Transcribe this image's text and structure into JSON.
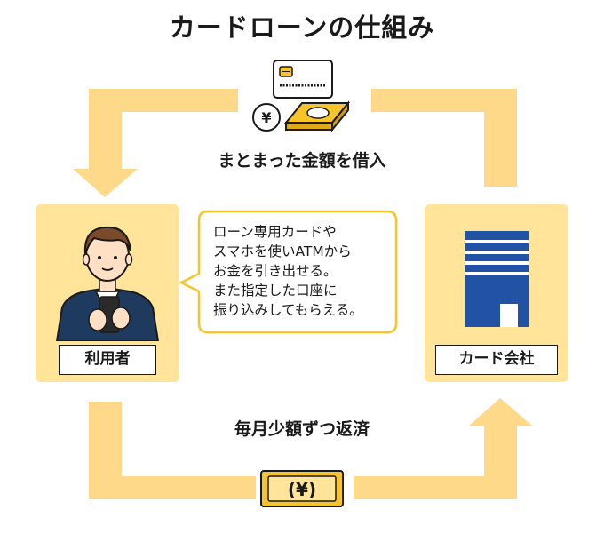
{
  "title": "カードローンの仕組み",
  "top_flow_label": "まとまった金額を借入",
  "bottom_flow_label": "毎月少額ずつ返済",
  "user_panel": {
    "label": "利用者"
  },
  "company_panel": {
    "label": "カード会社"
  },
  "speech_bubble": {
    "lines": [
      "ローン専用カードや",
      "スマホを使いATMから",
      "お金を引き出せる。",
      "また指定した口座に",
      "振り込みしてもらえる。"
    ]
  },
  "icons": {
    "yen_coin_symbol": "¥",
    "yen_bill_symbol": "(¥)"
  },
  "colors": {
    "arrow": "#ffd98a",
    "panel": "#ffe49a",
    "accent_yellow": "#f7c52b",
    "building_blue": "#2152a3",
    "suit_navy": "#1e3a5f",
    "outline": "#1a1a1a"
  }
}
